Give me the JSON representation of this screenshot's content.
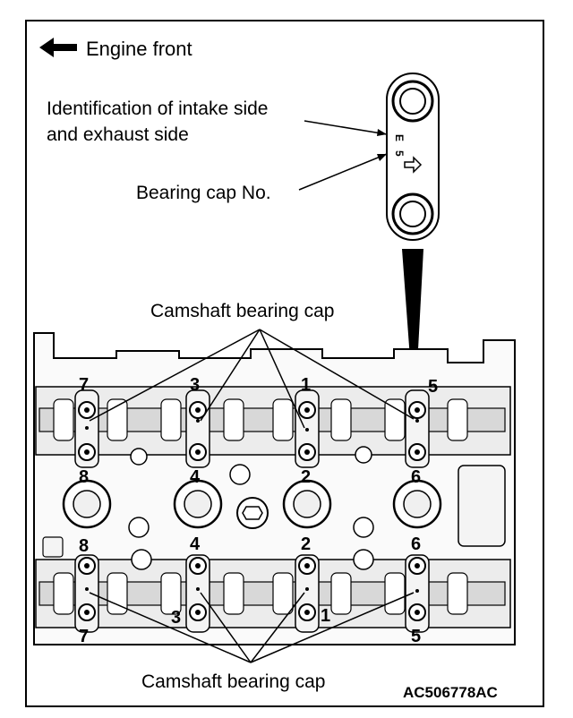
{
  "labels": {
    "engine_front": "Engine front",
    "identification_line1": "Identification of intake side",
    "identification_line2": "and exhaust side",
    "bearing_cap_no": "Bearing cap No.",
    "camshaft_top": "Camshaft bearing cap",
    "camshaft_bottom": "Camshaft bearing cap",
    "figure_code": "AC506778AC"
  },
  "cap_marking": {
    "side": "E",
    "number": "5"
  },
  "upper_row": {
    "top_numbers": [
      "7",
      "3",
      "1",
      "5"
    ],
    "bottom_numbers": [
      "8",
      "4",
      "2",
      "6"
    ]
  },
  "lower_row": {
    "top_numbers": [
      "8",
      "4",
      "2",
      "6"
    ],
    "bottom_numbers": [
      "7",
      "3",
      "1",
      "5"
    ]
  },
  "icons": [
    "arrow-left-icon"
  ],
  "colors": {
    "ink": "#000000",
    "paper": "#ffffff",
    "metal": "#e6e6e6"
  }
}
